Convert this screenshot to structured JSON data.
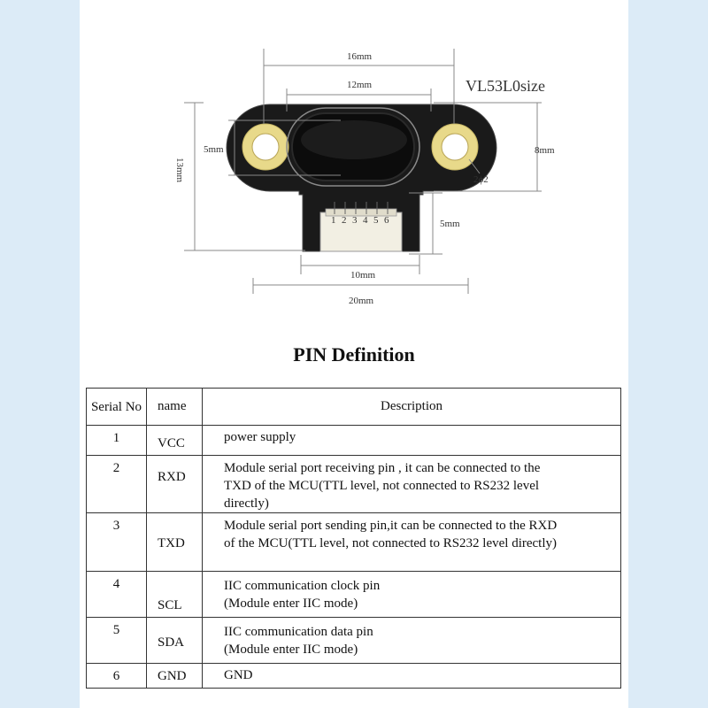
{
  "diagram": {
    "title": "VL53L0size",
    "dims": {
      "width_outer": "16mm",
      "width_inner": "12mm",
      "hole_spacing": "5mm",
      "height_total": "13mm",
      "height_right": "8mm",
      "hole_diameter": "2ϕ2",
      "connector_height": "5mm",
      "connector_width": "10mm",
      "overall_width": "20mm"
    },
    "connector_pins": [
      "1",
      "2",
      "3",
      "4",
      "5",
      "6"
    ],
    "colors": {
      "board": "#1a1a1a",
      "hole_ring": "#e8d98a",
      "sensor": "#0c0c0c",
      "connector": "#f2efe3"
    }
  },
  "pin_section": {
    "title": "PIN Definition",
    "headers": {
      "serial": "Serial No",
      "name": "name",
      "description": "Description"
    },
    "rows": [
      {
        "serial": "1",
        "name": "VCC",
        "description": "power supply"
      },
      {
        "serial": "2",
        "name": "RXD",
        "description": "Module serial port receiving pin , it can be connected to the TXD of the MCU(TTL level, not connected to RS232 level directly)"
      },
      {
        "serial": "3",
        "name": "TXD",
        "description": "Module serial port sending pin,it can be connected to the RXD of the MCU(TTL level, not connected to RS232 level directly)"
      },
      {
        "serial": "4",
        "name": "SCL",
        "description": "IIC communication clock pin (Module enter IIC mode)"
      },
      {
        "serial": "5",
        "name": "SDA",
        "description": "IIC communication data pin (Module enter IIC mode)"
      },
      {
        "serial": "6",
        "name": "GND",
        "description": "GND"
      }
    ]
  }
}
